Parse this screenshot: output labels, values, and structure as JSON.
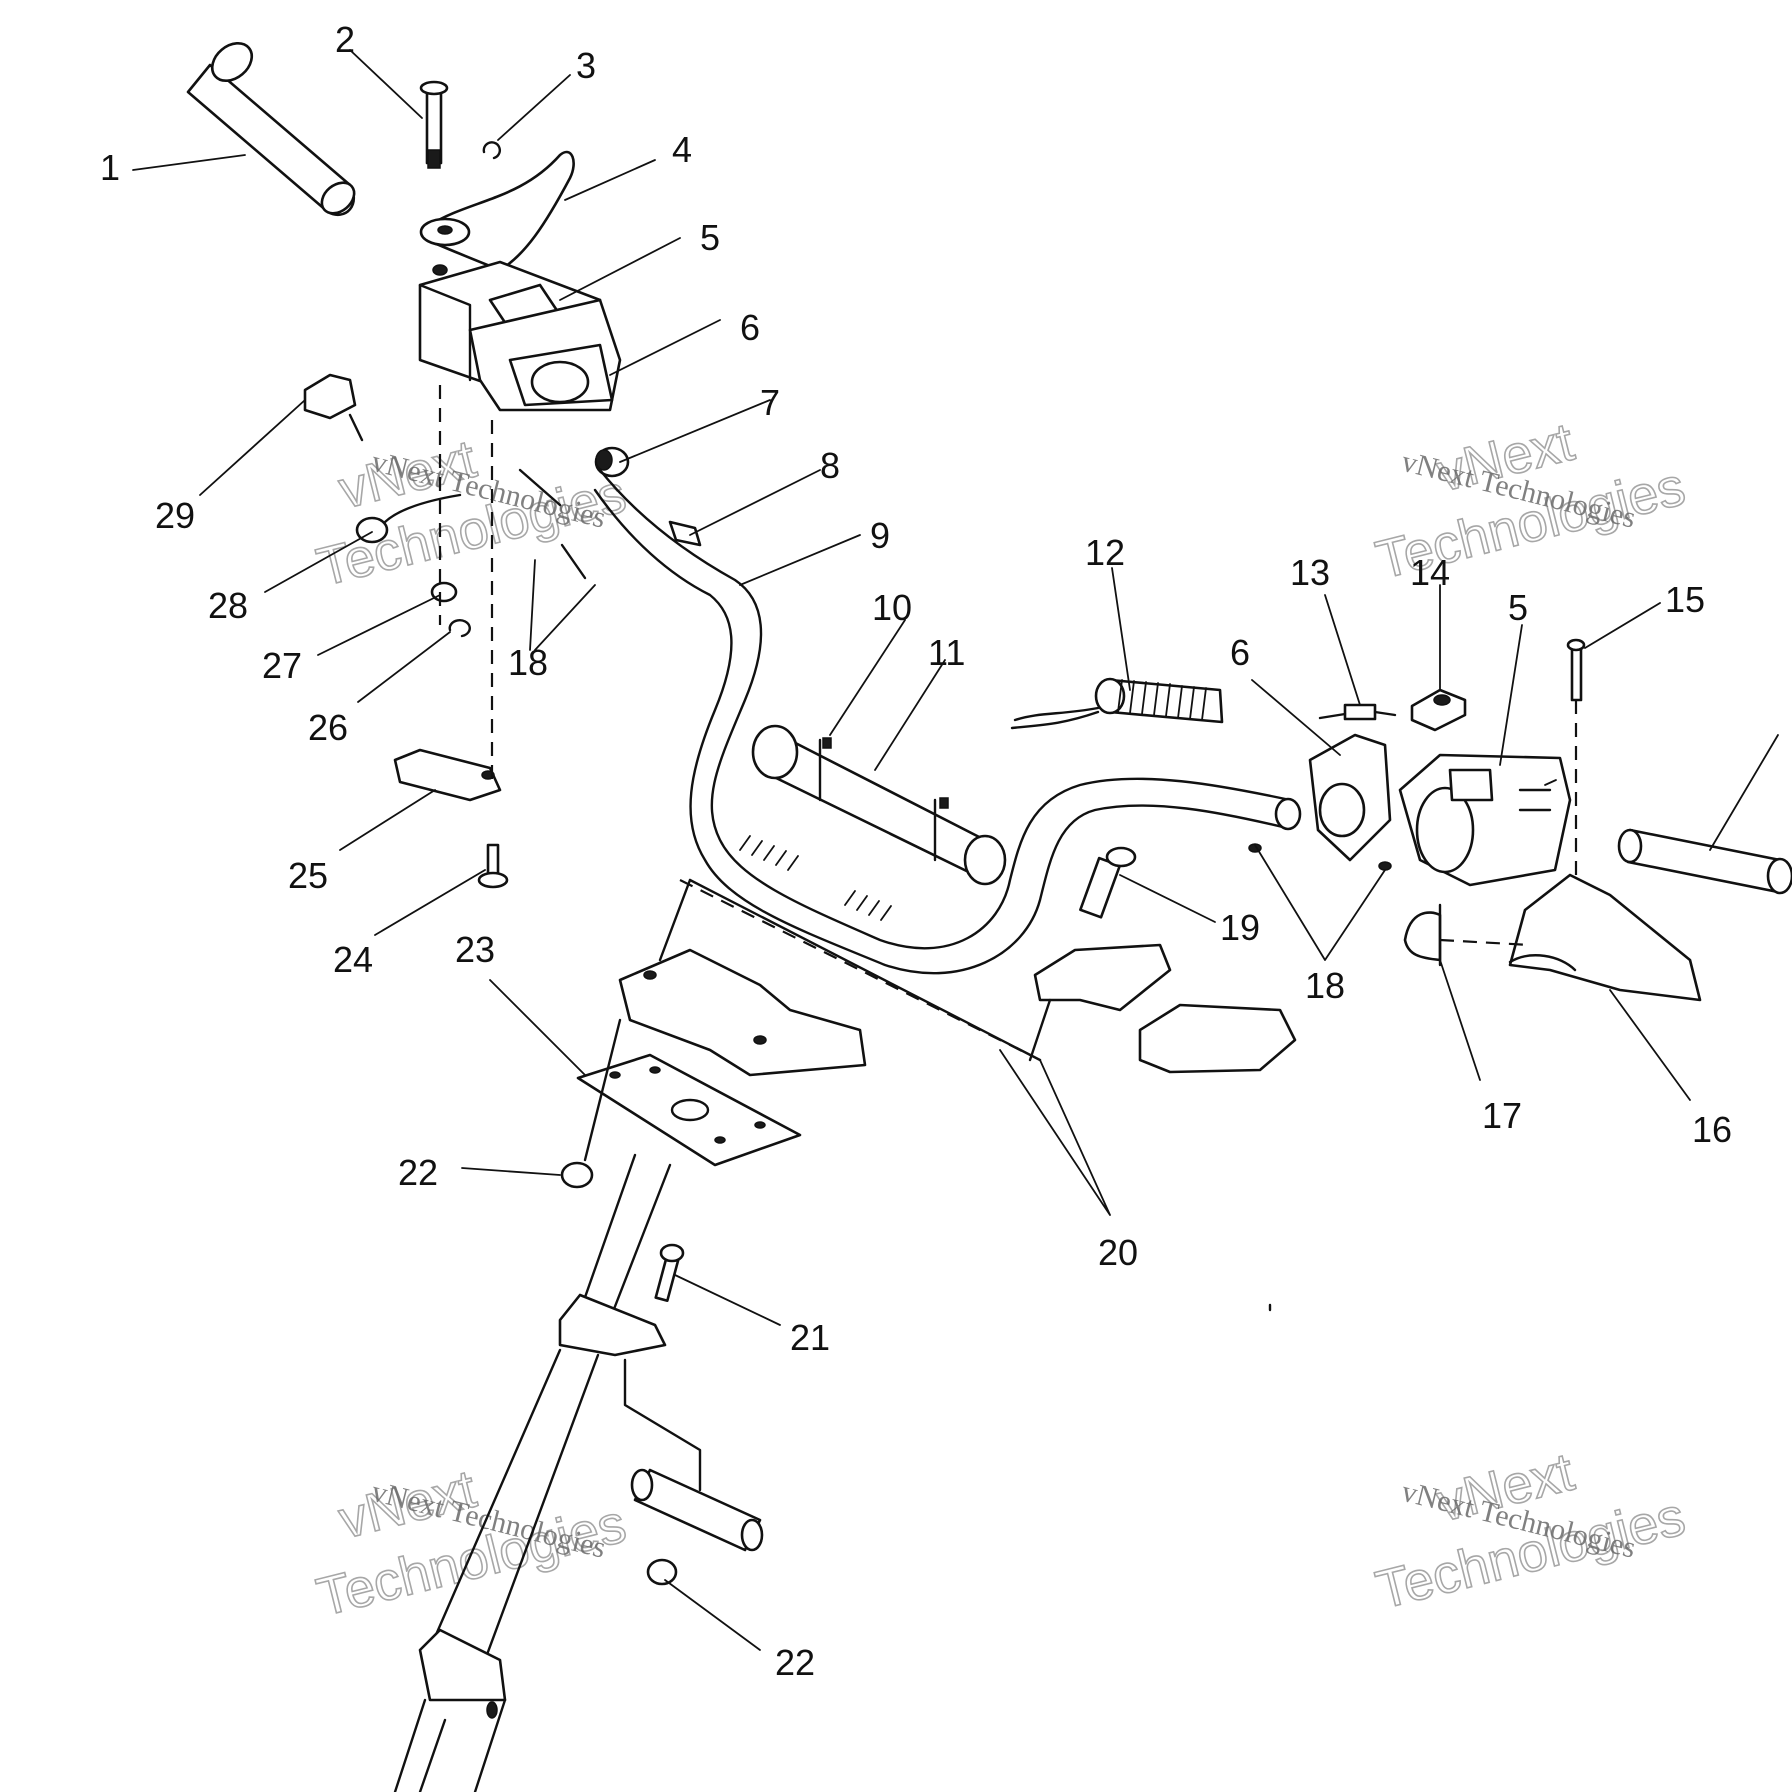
{
  "watermark": {
    "line1": "vNext Technologies",
    "word_a": "vNext",
    "word_b": "Technologies"
  },
  "callouts": [
    "1",
    "2",
    "3",
    "4",
    "5",
    "6",
    "7",
    "8",
    "9",
    "10",
    "11",
    "12",
    "13",
    "14",
    "5",
    "15",
    "6",
    "18",
    "29",
    "28",
    "27",
    "26",
    "18",
    "25",
    "24",
    "23",
    "19",
    "18",
    "17",
    "16",
    "22",
    "20",
    "21",
    "22"
  ],
  "colors": {
    "ink": "#111111",
    "paper": "#ffffff",
    "watermark": "#8a8a8a"
  }
}
